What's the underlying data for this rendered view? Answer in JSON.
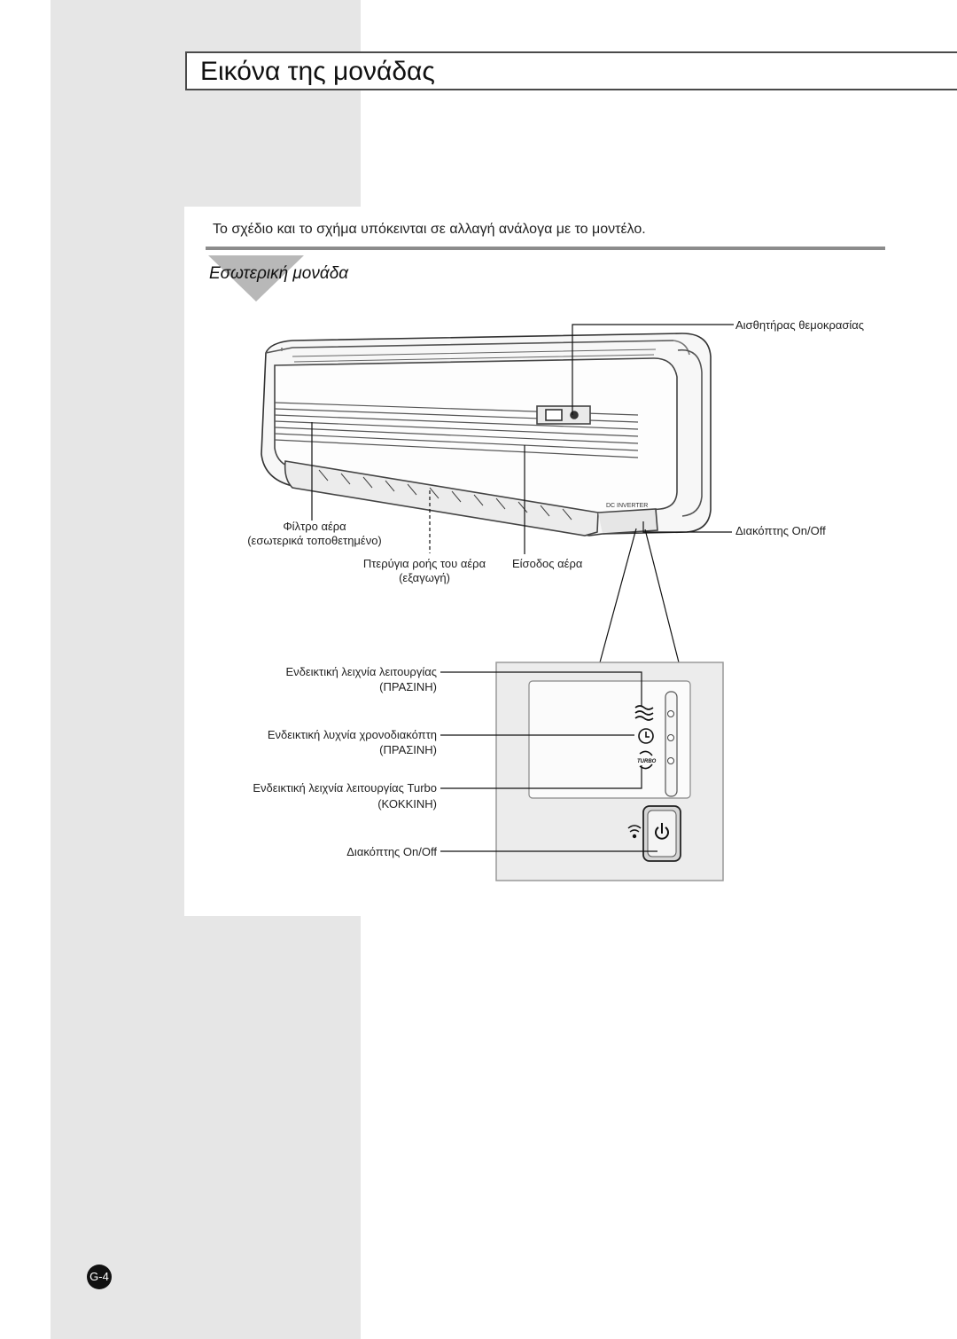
{
  "page": {
    "title": "Εικόνα της μονάδας",
    "note": "Το σχέδιο και το σχήμα υπόκεινται σε αλλαγή ανάλογα με το μοντέλο.",
    "subtitle": "Εσωτερική μονάδα",
    "page_number": "G-4"
  },
  "unit_labels": {
    "temp_sensor": "Αισθητήρας θεμοκρασίας",
    "onoff_top": "Διακόπτης On/Off",
    "filter_line1": "Φίλτρο αέρα",
    "filter_line2": "(εσωτερικά τοποθετημένο)",
    "louver_line1": "Πτερύγια ροής του αέρα",
    "louver_line2": "(εξαγωγή)",
    "inlet": "Είσοδος αέρα",
    "brand_mark": "DC INVERTER"
  },
  "panel_labels": {
    "operation_led": "Ενδεικτική λειχνία λειτουργίας",
    "operation_color": "(ΠΡΑΣΙΝΗ)",
    "timer_led": "Ενδεικτική λυχνία χρονοδιακόπτη",
    "timer_color": "(ΠΡΑΣΙΝΗ)",
    "turbo_led": "Ενδεικτική λειχνία λειτουργίας Turbo",
    "turbo_color": "(ΚΟΚΚΙΝΗ)",
    "onoff_switch": "Διακόπτης On/Off",
    "turbo_icon_text": "TURBO"
  }
}
